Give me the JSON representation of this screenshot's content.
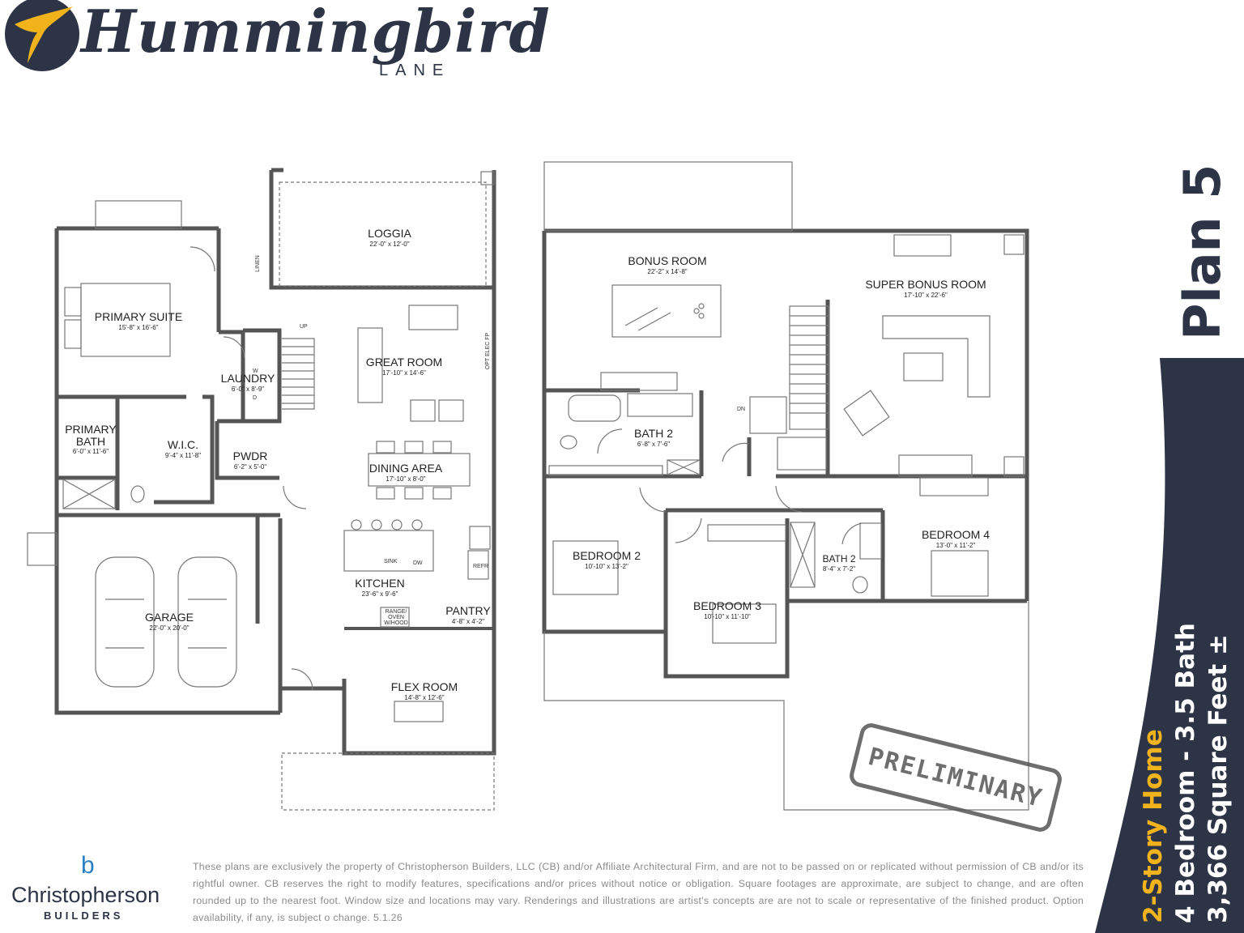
{
  "brand": {
    "community_name": "Hummingbird",
    "community_sub": "LANE",
    "logo_icon": "hummingbird-icon"
  },
  "plan": {
    "name": "Plan 5",
    "story": "2-Story Home",
    "bed_bath": "4 Bedroom - 3.5 Bath",
    "sqft": "3,366 Square Feet ±"
  },
  "stamp": "PRELIMINARY",
  "first_floor": {
    "rooms": [
      {
        "name": "LOGGIA",
        "dims": "22'-0\" x 12'-0\""
      },
      {
        "name": "PRIMARY SUITE",
        "dims": "15'-8\" x 16'-6\""
      },
      {
        "name": "GREAT ROOM",
        "dims": "17'-10\" x 14'-6\""
      },
      {
        "name": "LAUNDRY",
        "dims": "6'-0\" x 8'-9\""
      },
      {
        "name": "PRIMARY BATH",
        "dims": "6'-0\" x 11'-6\""
      },
      {
        "name": "W.I.C.",
        "dims": "9'-4\" x 11'-8\""
      },
      {
        "name": "PWDR",
        "dims": "6'-2\" x 5'-0\""
      },
      {
        "name": "DINING AREA",
        "dims": "17'-10\" x 8'-0\""
      },
      {
        "name": "KITCHEN",
        "dims": "23'-6\" x 9'-6\""
      },
      {
        "name": "GARAGE",
        "dims": "22'-0\" x 20'-0\""
      },
      {
        "name": "PANTRY",
        "dims": "4'-8\" x 4'-2\""
      },
      {
        "name": "FLEX ROOM",
        "dims": "14'-8\" x 12'-6\""
      }
    ],
    "notes": {
      "linen": "LINEN",
      "up": "UP",
      "fireplace": "OPT ELEC FP",
      "sink": "SINK",
      "dw": "DW",
      "refr": "REFR",
      "range": "RANGE/ OVEN W/HOOD",
      "washer": "W",
      "dryer": "D"
    }
  },
  "second_floor": {
    "rooms": [
      {
        "name": "BONUS ROOM",
        "dims": "22'-2\" x 14'-8\""
      },
      {
        "name": "SUPER BONUS ROOM",
        "dims": "17'-10\" x 22'-6\""
      },
      {
        "name": "BATH 2",
        "dims": "6'-8\" x 7'-6\""
      },
      {
        "name": "BEDROOM 2",
        "dims": "10'-10\" x 13'-2\""
      },
      {
        "name": "BEDROOM 3",
        "dims": "10'-10\" x 11'-10\""
      },
      {
        "name": "BATH 2",
        "dims": "8'-4\" x 7'-2\""
      },
      {
        "name": "BEDROOM 4",
        "dims": "13'-0\" x 11'-2\""
      }
    ],
    "notes": {
      "dn": "DN"
    }
  },
  "disclaimer": "These plans are exclusively the property of Christopherson Builders, LLC (CB) and/or Affiliate Architectural Firm, and are not to be passed on or replicated without permission of CB and/or its rightful owner. CB reserves the right to modify features, specifications and/or prices without notice or obligation. Square footages are approximate, are subject to change, and are often rounded up to the nearest foot. Window size and locations may vary. Renderings and illustrations are artist's concepts are are not to scale or representative of the finished product.  Option availability, if any, is subject o change.  5.1.26",
  "builder": {
    "name": "Christopherson",
    "sub": "BUILDERS",
    "icon_glyph": "b"
  },
  "colors": {
    "navy": "#2d3446",
    "gold": "#f1b31c",
    "wall": "#555555",
    "accent_blue": "#2b7fc3"
  }
}
